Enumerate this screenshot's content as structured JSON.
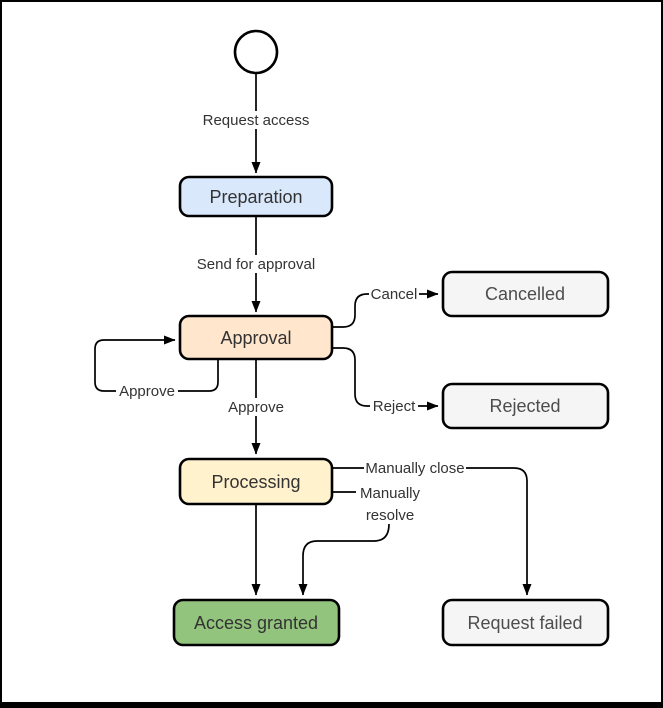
{
  "diagram": {
    "type": "state-flow-diagram",
    "nodes": {
      "start": {
        "kind": "initial-state"
      },
      "preparation": {
        "label": "Preparation",
        "fill": "#dae8fc"
      },
      "approval": {
        "label": "Approval",
        "fill": "#ffe6cc"
      },
      "cancelled": {
        "label": "Cancelled",
        "fill": "#f5f5f5"
      },
      "rejected": {
        "label": "Rejected",
        "fill": "#f5f5f5"
      },
      "processing": {
        "label": "Processing",
        "fill": "#fff2cc"
      },
      "access_granted": {
        "label": "Access granted",
        "fill": "#93c47d"
      },
      "request_failed": {
        "label": "Request failed",
        "fill": "#f5f5f5"
      }
    },
    "edges": {
      "request_access": {
        "label": "Request access",
        "from": "start",
        "to": "preparation"
      },
      "send_for_approval": {
        "label": "Send for approval",
        "from": "preparation",
        "to": "approval"
      },
      "approve_loop": {
        "label": "Approve",
        "from": "approval",
        "to": "approval"
      },
      "cancel": {
        "label": "Cancel",
        "from": "approval",
        "to": "cancelled"
      },
      "reject": {
        "label": "Reject",
        "from": "approval",
        "to": "rejected"
      },
      "approve": {
        "label": "Approve",
        "from": "approval",
        "to": "processing"
      },
      "manually_close": {
        "label": "Manually close",
        "line1": "Manually close",
        "from": "processing",
        "to": "request_failed"
      },
      "manually_resolve": {
        "label": "Manually resolve",
        "line1": "Manually",
        "line2": "resolve",
        "from": "processing",
        "to": "access_granted"
      },
      "complete": {
        "label": "",
        "from": "processing",
        "to": "access_granted"
      }
    },
    "colors": {
      "node_border": "#000000",
      "edge_stroke": "#000000",
      "node_label": "#333333",
      "muted_label": "#4d4d4d",
      "edge_label": "#333333",
      "canvas_background": "#ffffff",
      "frame_border": "#000000"
    }
  }
}
